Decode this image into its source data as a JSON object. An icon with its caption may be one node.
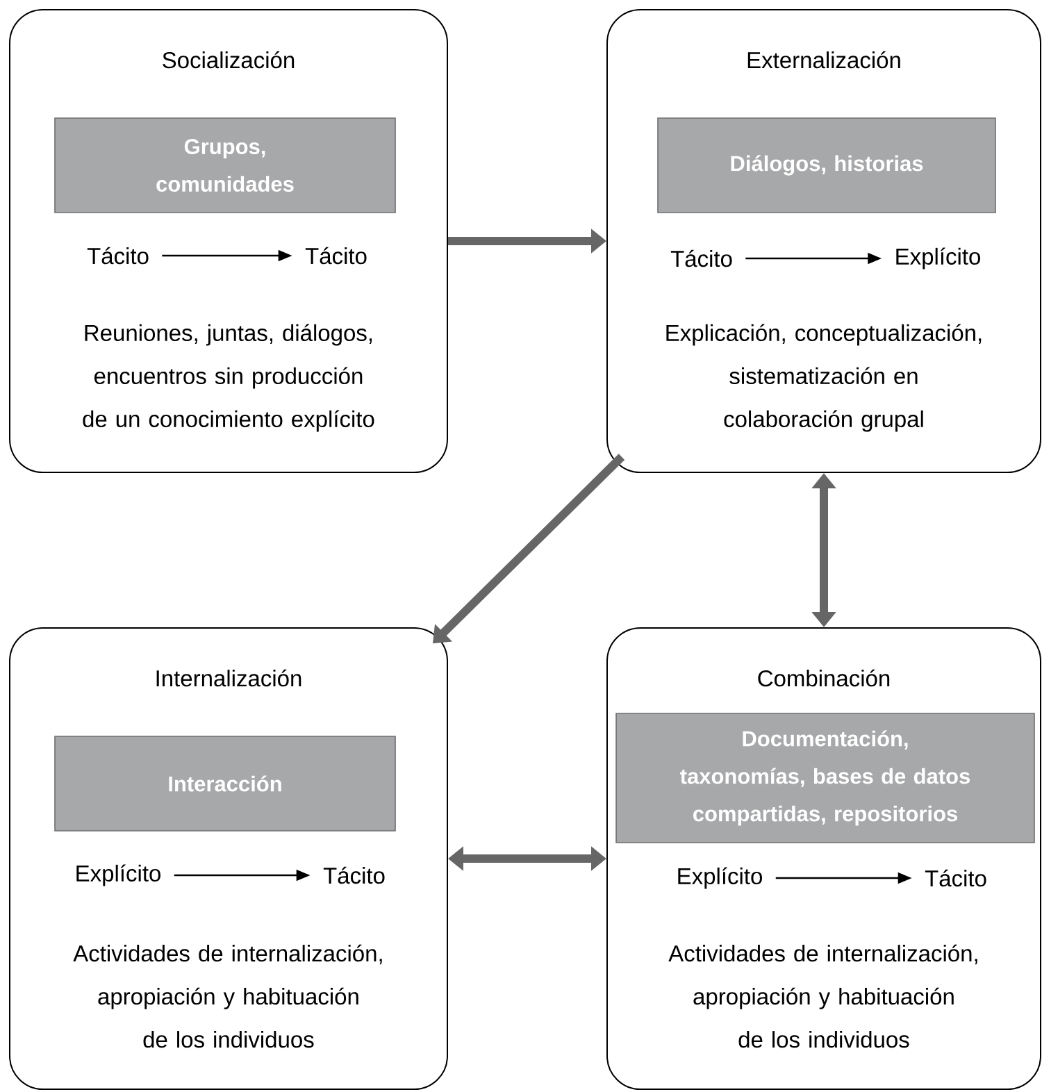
{
  "diagram": {
    "nodes": [
      {
        "text": [
          "Socialización",
          "Reuniones, juntas, diálogos, encuentros sin producción de un conocimiento explícito"
        ]
      },
      {
        "text": [
          "Grupos, comunidades"
        ],
        "in": 0
      },
      {
        "text": [
          "Tácito"
        ],
        "in": 0
      },
      {
        "text": [
          "Tácito"
        ],
        "in": 0
      },
      {
        "text": [
          "Externalización",
          "Explicación, conceptualización, sistematización en colaboración grupal"
        ]
      },
      {
        "text": [
          "Diálogos, historias"
        ],
        "in": 4
      },
      {
        "text": [
          "Tácito"
        ],
        "in": 4
      },
      {
        "text": [
          "Explícito"
        ],
        "in": 4
      },
      {
        "text": [
          "Internalización",
          "Actividades de internalización, apropiación y habituación de los individuos"
        ]
      },
      {
        "text": [
          "Interacción"
        ],
        "in": 8
      },
      {
        "text": [
          "Explícito"
        ],
        "in": 8
      },
      {
        "text": [
          "Tácito"
        ],
        "in": 8
      },
      {
        "text": [
          "Combinación",
          "Actividades de internalización, apropiación y habituación de los individuos"
        ]
      },
      {
        "text": [
          "Documentación, taxonomías, bases de datos compartidas, repositorios"
        ],
        "in": 12
      },
      {
        "text": [
          "Explícito"
        ],
        "in": 12
      },
      {
        "text": [
          "Tácito"
        ],
        "in": 12
      }
    ],
    "edges": [
      {
        "from": 0,
        "to": 4,
        "arrow": "to",
        "style": "thick",
        "color": "#666666"
      },
      {
        "from": 4,
        "to": 8,
        "arrow": "to",
        "style": "thick",
        "color": "#666666"
      },
      {
        "from": 4,
        "to": 12,
        "arrow": "both",
        "style": "thick",
        "color": "#666666"
      },
      {
        "from": 8,
        "to": 12,
        "arrow": "both",
        "style": "thick",
        "color": "#666666"
      },
      {
        "from": 2,
        "to": 3,
        "arrow": "to",
        "color": "#000000"
      },
      {
        "from": 6,
        "to": 7,
        "arrow": "to",
        "color": "#000000"
      },
      {
        "from": 10,
        "to": 11,
        "arrow": "to",
        "color": "#000000"
      },
      {
        "from": 14,
        "to": 15,
        "arrow": "to",
        "color": "#000000"
      }
    ]
  }
}
